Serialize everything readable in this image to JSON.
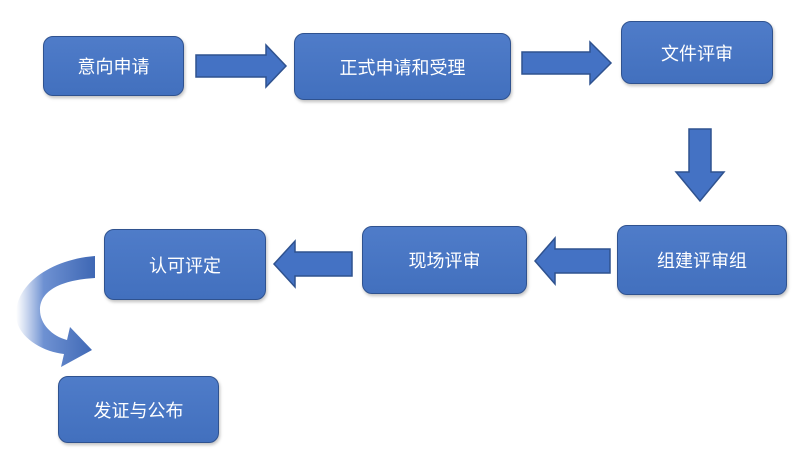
{
  "nodes": [
    {
      "id": "n1",
      "label": "意向申请"
    },
    {
      "id": "n2",
      "label": "正式申请和受理"
    },
    {
      "id": "n3",
      "label": "文件评审"
    },
    {
      "id": "n4",
      "label": "组建评审组"
    },
    {
      "id": "n5",
      "label": "现场评审"
    },
    {
      "id": "n6",
      "label": "认可评定"
    },
    {
      "id": "n7",
      "label": "发证与公布"
    }
  ],
  "edges": [
    {
      "from": "n1",
      "to": "n2"
    },
    {
      "from": "n2",
      "to": "n3"
    },
    {
      "from": "n3",
      "to": "n4"
    },
    {
      "from": "n4",
      "to": "n5"
    },
    {
      "from": "n5",
      "to": "n6"
    },
    {
      "from": "n6",
      "to": "n7"
    }
  ],
  "colors": {
    "box_fill": "#4472c4",
    "box_border": "#2f528f",
    "text": "#ffffff",
    "arrow": "#4472c4"
  }
}
